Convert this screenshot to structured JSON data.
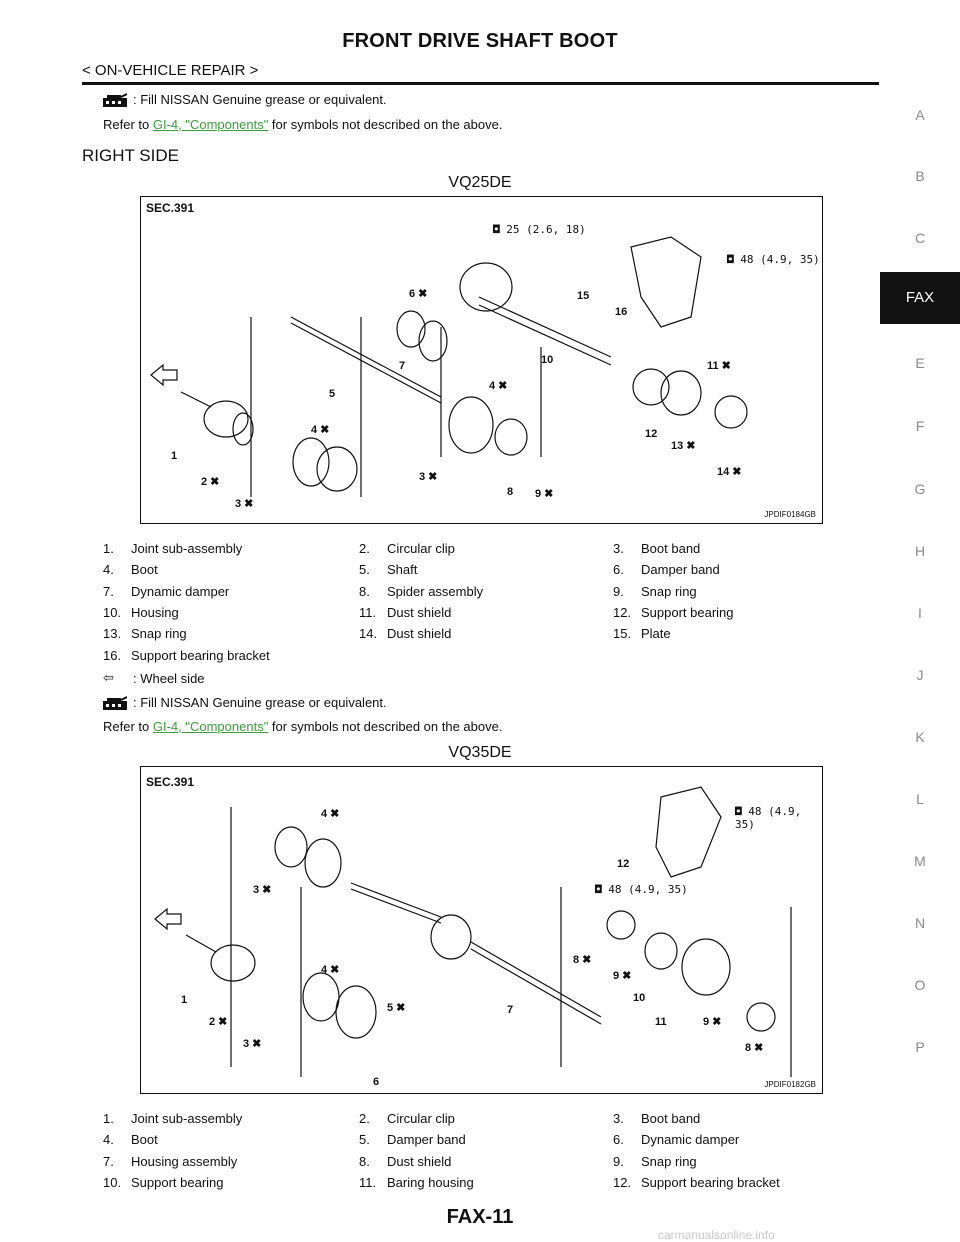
{
  "header": {
    "title": "FRONT DRIVE SHAFT BOOT",
    "breadcrumb": "< ON-VEHICLE REPAIR >"
  },
  "top_note": {
    "grease_text": ": Fill NISSAN Genuine grease or equivalent.",
    "refer_prefix": "Refer to ",
    "refer_link": "GI-4, \"Components\"",
    "refer_suffix": " for symbols not described on the above."
  },
  "section_title": "RIGHT SIDE",
  "fig1": {
    "title": "VQ25DE",
    "sec": "SEC.391",
    "torque_a": "25 (2.6, 18)",
    "torque_b": "48 (4.9, 35)",
    "code": "JPDIF0184GB",
    "callouts": [
      "1",
      "2",
      "3",
      "4",
      "3",
      "4",
      "5",
      "6",
      "7",
      "8",
      "9",
      "10",
      "11",
      "12",
      "13",
      "14",
      "15",
      "16"
    ]
  },
  "legend1": [
    [
      "1.",
      "Joint sub-assembly",
      "2.",
      "Circular clip",
      "3.",
      "Boot band"
    ],
    [
      "4.",
      "Boot",
      "5.",
      "Shaft",
      "6.",
      "Damper band"
    ],
    [
      "7.",
      "Dynamic damper",
      "8.",
      "Spider assembly",
      "9.",
      "Snap ring"
    ],
    [
      "10.",
      "Housing",
      "11.",
      "Dust shield",
      "12.",
      "Support bearing"
    ],
    [
      "13.",
      "Snap ring",
      "14.",
      "Dust shield",
      "15.",
      "Plate"
    ],
    [
      "16.",
      "Support bearing bracket",
      "",
      "",
      "",
      ""
    ]
  ],
  "wheel_side": ": Wheel side",
  "mid_note": {
    "grease_text": ": Fill NISSAN Genuine grease or equivalent.",
    "refer_prefix": "Refer to ",
    "refer_link": "GI-4, \"Components\"",
    "refer_suffix": " for symbols not described on the above."
  },
  "fig2": {
    "title": "VQ35DE",
    "sec": "SEC.391",
    "torque_a": "48 (4.9, 35)",
    "torque_b": "48 (4.9, 35)",
    "code": "JPDIF0182GB"
  },
  "legend2": [
    [
      "1.",
      "Joint sub-assembly",
      "2.",
      "Circular clip",
      "3.",
      "Boot band"
    ],
    [
      "4.",
      "Boot",
      "5.",
      "Damper band",
      "6.",
      "Dynamic damper"
    ],
    [
      "7.",
      "Housing assembly",
      "8.",
      "Dust shield",
      "9.",
      "Snap ring"
    ],
    [
      "10.",
      "Support bearing",
      "11.",
      "Baring housing",
      "12.",
      "Support bearing bracket"
    ]
  ],
  "side_tabs": [
    "A",
    "B",
    "C",
    "FAX",
    "E",
    "F",
    "G",
    "H",
    "I",
    "J",
    "K",
    "L",
    "M",
    "N",
    "O",
    "P"
  ],
  "footer": "FAX-11",
  "watermark": "carmanualsonline.info"
}
